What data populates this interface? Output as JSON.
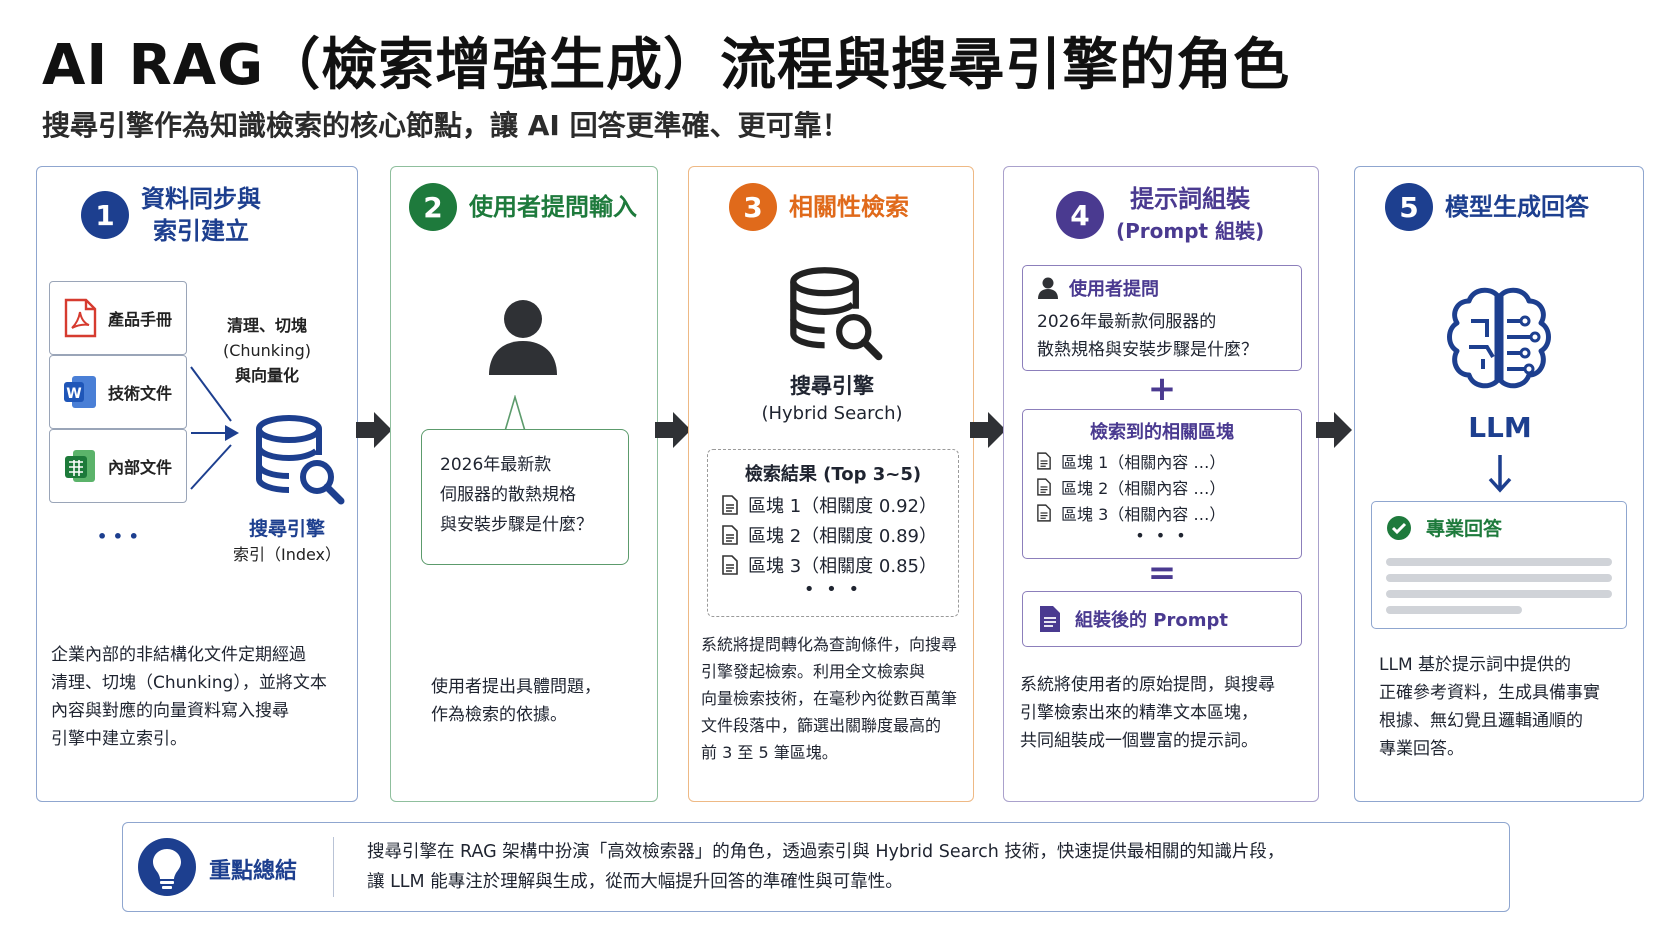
{
  "title": "AI RAG（檢索增強生成）流程與搜尋引擎的角色",
  "subtitle": "搜尋引擎作為知識檢索的核心節點，讓 AI 回答更準確、更可靠！",
  "colors": {
    "blue": "#1d3f8f",
    "green": "#1e7a3c",
    "orange": "#e06a1b",
    "purple": "#4a3a90",
    "arrow": "#2f3135"
  },
  "steps": [
    {
      "num": "1",
      "title_line1": "資料同步與",
      "title_line2": "索引建立",
      "docs": [
        {
          "icon": "pdf-icon",
          "label": "產品手冊"
        },
        {
          "icon": "word-icon",
          "label": "技術文件"
        },
        {
          "icon": "spreadsheet-icon",
          "label": "內部文件"
        }
      ],
      "more": "• • •",
      "process_line1": "清理、切塊",
      "process_line2": "(Chunking)",
      "process_line3": "與向量化",
      "engine_label": "搜尋引擎",
      "index_label": "索引（Index）",
      "desc": [
        "企業內部的非結構化文件定期經過",
        "清理、切塊（Chunking），並將文本",
        "內容與對應的向量資料寫入搜尋",
        "引擎中建立索引。"
      ]
    },
    {
      "num": "2",
      "title": "使用者提問輸入",
      "bubble": [
        "2026年最新款",
        "伺服器的散熱規格",
        "與安裝步驟是什麼？"
      ],
      "desc": [
        "使用者提出具體問題，",
        "作為檢索的依據。"
      ]
    },
    {
      "num": "3",
      "title": "相關性檢索",
      "engine_label": "搜尋引擎",
      "engine_sub": "(Hybrid Search)",
      "results_title": "檢索結果 (Top 3~5)",
      "results": [
        "區塊 1（相關度 0.92）",
        "區塊 2（相關度 0.89）",
        "區塊 3（相關度 0.85）"
      ],
      "more": "• • •",
      "desc": [
        "系統將提問轉化為查詢條件，向搜尋",
        "引擎發起檢索。利用全文檢索與",
        "向量檢索技術，在毫秒內從數百萬筆",
        "文件段落中，篩選出關聯度最高的",
        "前 3 至 5 筆區塊。"
      ]
    },
    {
      "num": "4",
      "title_line1": "提示詞組裝",
      "title_line2": "(Prompt 組裝)",
      "q_label": "使用者提問",
      "q_text": [
        "2026年最新款伺服器的",
        "散熱規格與安裝步驟是什麼？"
      ],
      "plus": "+",
      "chunks_title": "檢索到的相關區塊",
      "chunks": [
        "區塊 1（相關內容 …）",
        "區塊 2（相關內容 …）",
        "區塊 3（相關內容 …）"
      ],
      "more": "• • •",
      "equals": "=",
      "prompt_label": "組裝後的 Prompt",
      "desc": [
        "系統將使用者的原始提問，與搜尋",
        "引擎檢索出來的精準文本區塊，",
        "共同組裝成一個豐富的提示詞。"
      ]
    },
    {
      "num": "5",
      "title": "模型生成回答",
      "llm_label": "LLM",
      "answer_label": "專業回答",
      "desc": [
        "LLM 基於提示詞中提供的",
        "正確參考資料，生成具備事實",
        "根據、無幻覺且邏輯通順的",
        "專業回答。"
      ]
    }
  ],
  "summary": {
    "label": "重點總結",
    "line1": "搜尋引擎在 RAG 架構中扮演「高效檢索器」的角色，透過索引與 Hybrid Search 技術，快速提供最相關的知識片段，",
    "line2": "讓 LLM 能專注於理解與生成，從而大幅提升回答的準確性與可靠性。"
  }
}
